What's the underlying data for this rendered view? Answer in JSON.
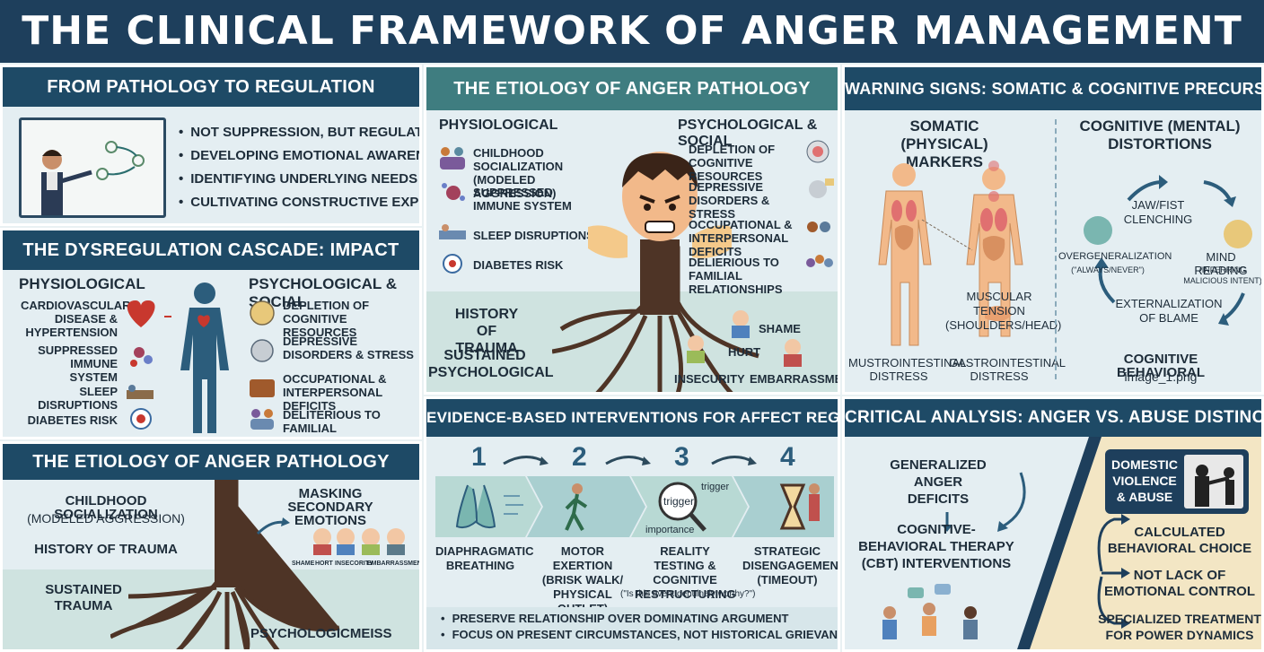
{
  "title": "THE CLINICAL FRAMEWORK OF ANGER MANAGEMENT",
  "p1": {
    "header": "FROM PATHOLOGY TO REGULATION",
    "bullets": [
      "NOT SUPPRESSION, BUT REGULATION",
      "DEVELOPING EMOTIONAL AWARENESS",
      "IDENTIFYING UNDERLYING NEEDS",
      "CULTIVATING CONSTRUCTIVE EXPRESSION"
    ]
  },
  "p2": {
    "header": "THE DYSREGULATION CASCADE: IMPACT",
    "phys_title": "PHYSIOLOGICAL",
    "phys_items": [
      "CARDIOVASCULAR DISEASE & HYPERTENSION",
      "SUPPRESSED IMMUNE SYSTEM",
      "SLEEP DISRUPTIONS",
      "DIABETES RISK"
    ],
    "psy_title": "PSYCHOLOGICAL & SOCIAL",
    "psy_items": [
      "DEPLETION OF COGNITIVE RESOURCES",
      "DEPRESSIVE DISORDERS & STRESS",
      "OCCUPATIONAL & INTERPERSONAL DEFICITS",
      "DELITERIOUS TO FAMILIAL RELATIONSHIPS"
    ]
  },
  "p3": {
    "header": "THE ETIOLOGY OF ANGER PATHOLOGY",
    "left": [
      "CHILDHOOD SOCIALIZATION",
      "(MODELED AGGRESSION)",
      "HISTORY OF TRAUMA",
      "SUSTAINED",
      "TRAUMA"
    ],
    "masking": "MASKING SECONDARY EMOTIONS",
    "emotions": [
      "SHAME",
      "HORT",
      "INSECORITY",
      "EMBARRASSMENT"
    ],
    "bottom": "PSYCHOLOGICMEISS"
  },
  "p4": {
    "header": "THE ETIOLOGY OF ANGER PATHOLOGY",
    "phys_title": "PHYSIOLOGICAL",
    "phys_items": [
      "CHILDHOOD SOCIALIZATION (MODELED AGGRESSION)",
      "SUPPRESSED IMMUNE SYSTEM",
      "SLEEP DISRUPTIONS",
      "DIABETES RISK"
    ],
    "psy_title": "PSYCHOLOGICAL & SOCIAL",
    "psy_items": [
      "DEPLETION OF COGNITIVE RESOURCES",
      "DEPRESSIVE DISORDERS & STRESS",
      "OCCUPATIONAL & INTERPERSONAL DEFICITS",
      "DELIERIOUS TO FAMILIAL RELATIONSHIPS"
    ],
    "roots_left": [
      "HISTORY OF TRAUMA",
      "SUSTAINED PSYCHOLOGICAL"
    ],
    "emotions": [
      "SHAME",
      "HURT",
      "INSECURITY",
      "EMBARRASSMENT"
    ]
  },
  "p5": {
    "header": "EVIDENCE-BASED INTERVENTIONS FOR AFFECT REGULATION",
    "steps": [
      {
        "num": "1",
        "label": "DIAPHRAGMATIC BREATHING"
      },
      {
        "num": "2",
        "label": "MOTOR EXERTION (BRISK WALK/ PHYSICAL OUTLET)"
      },
      {
        "num": "3",
        "label": "REALITY TESTING & COGNITIVE RESTRUCTURING"
      },
      {
        "num": "4",
        "label": "STRATEGIC DISENGAGEMENT (TIMEOUT)"
      }
    ],
    "trigger_words": [
      "trigger",
      "trigger",
      "importance"
    ],
    "quote": "(\"Is this event genuinely worthy?\")",
    "bullets": [
      "PRESERVE RELATIONSHIP OVER DOMINATING ARGUMENT",
      "FOCUS ON PRESENT CIRCUMSTANCES, NOT HISTORICAL GRIEVANCES"
    ]
  },
  "p6": {
    "header": "WARNING SIGNS: SOMATIC & COGNITIVE PRECURSORS",
    "somatic_title": "SOMATIC (PHYSICAL) MARKERS",
    "somatic_labels": [
      "MUSCULAR TENSION (SHOULDERS/HEAD)",
      "MUSTROINTESTINAL DISTRESS",
      "GASTROINTESTINAL DISTRESS"
    ],
    "cog_title": "COGNITIVE (MENTAL) DISTORTIONS",
    "cycle": [
      "JAW/FIST CLENCHING",
      "MIND READING",
      "(INFERRING MALICIOUS INTENT)",
      "EXTERNALIZATION OF BLAME",
      "OVERGENERALIZATION",
      "(\"ALWAYS/NEVER\")"
    ],
    "footer1": "COGNITIVE BEHAVIORAL",
    "footer2": "image_1.png"
  },
  "p7": {
    "header": "CRITICAL ANALYSIS: ANGER VS. ABUSE DISTINCTION",
    "left1": "GENERALIZED ANGER DEFICITS",
    "left2": "COGNITIVE-BEHAVIORAL THERAPY (CBT) INTERVENTIONS",
    "box": "DOMESTIC VIOLENCE & ABUSE",
    "right": [
      "CALCULATED BEHAVIORAL CHOICE",
      "NOT LACK OF EMOTIONAL CONTROL",
      "SPECIALIZED TREATMENT FOR POWER DYNAMICS"
    ]
  },
  "colors": {
    "navy": "#1e3f5c",
    "teal": "#3f7d80",
    "bg": "#e4eef2",
    "tan": "#f3e6c4"
  }
}
